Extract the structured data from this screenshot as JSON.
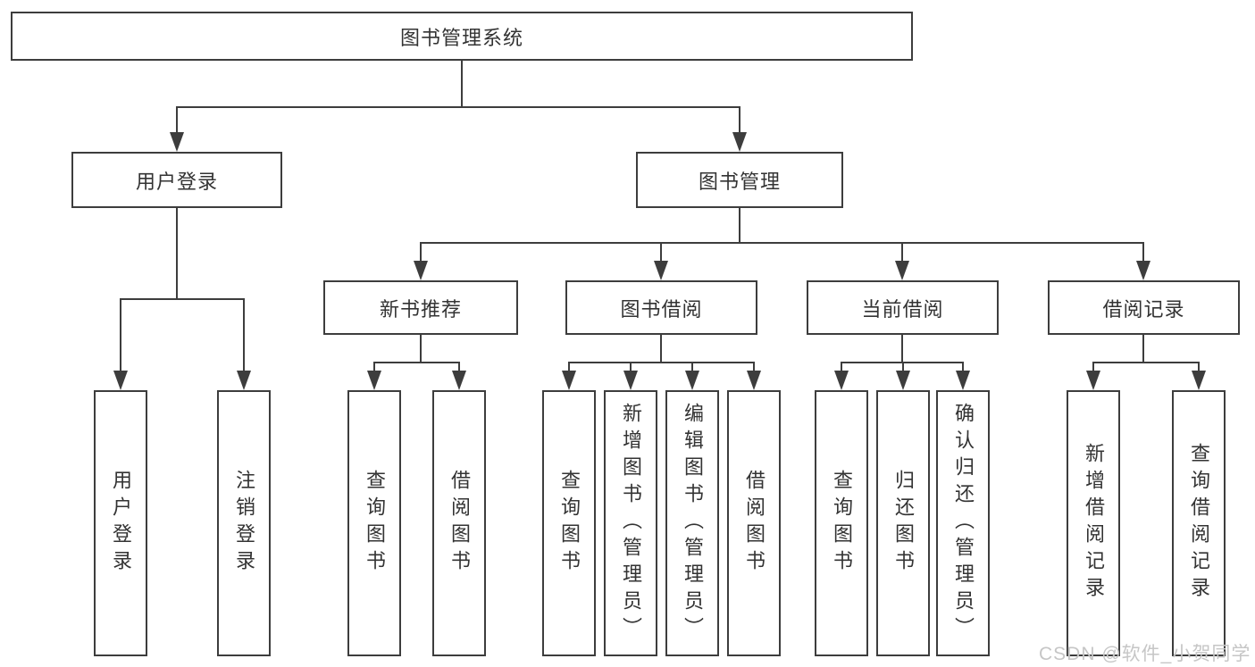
{
  "diagram": {
    "root": {
      "label": "图书管理系统"
    },
    "level2": [
      {
        "label": "用户登录"
      },
      {
        "label": "图书管理"
      }
    ],
    "level3": [
      {
        "label": "新书推荐",
        "parent": "图书管理"
      },
      {
        "label": "图书借阅",
        "parent": "图书管理"
      },
      {
        "label": "当前借阅",
        "parent": "图书管理"
      },
      {
        "label": "借阅记录",
        "parent": "图书管理"
      }
    ],
    "leaves": [
      {
        "label": "用户登录",
        "parent": "用户登录"
      },
      {
        "label": "注销登录",
        "parent": "用户登录"
      },
      {
        "label": "查询图书",
        "parent": "新书推荐"
      },
      {
        "label": "借阅图书",
        "parent": "新书推荐"
      },
      {
        "label": "查询图书",
        "parent": "图书借阅"
      },
      {
        "label": "新增图书（管理员）",
        "parent": "图书借阅"
      },
      {
        "label": "编辑图书（管理员）",
        "parent": "图书借阅"
      },
      {
        "label": "借阅图书",
        "parent": "图书借阅"
      },
      {
        "label": "查询图书",
        "parent": "当前借阅"
      },
      {
        "label": "归还图书",
        "parent": "当前借阅"
      },
      {
        "label": "确认归还（管理员）",
        "parent": "当前借阅"
      },
      {
        "label": "新增借阅记录",
        "parent": "借阅记录"
      },
      {
        "label": "查询借阅记录",
        "parent": "借阅记录"
      }
    ]
  },
  "watermark": {
    "text": "CSDN @软件_小贺同学"
  },
  "colors": {
    "line": "#3d3d3d",
    "text": "#333333",
    "background": "#ffffff",
    "watermark": "#c6c6c6"
  }
}
